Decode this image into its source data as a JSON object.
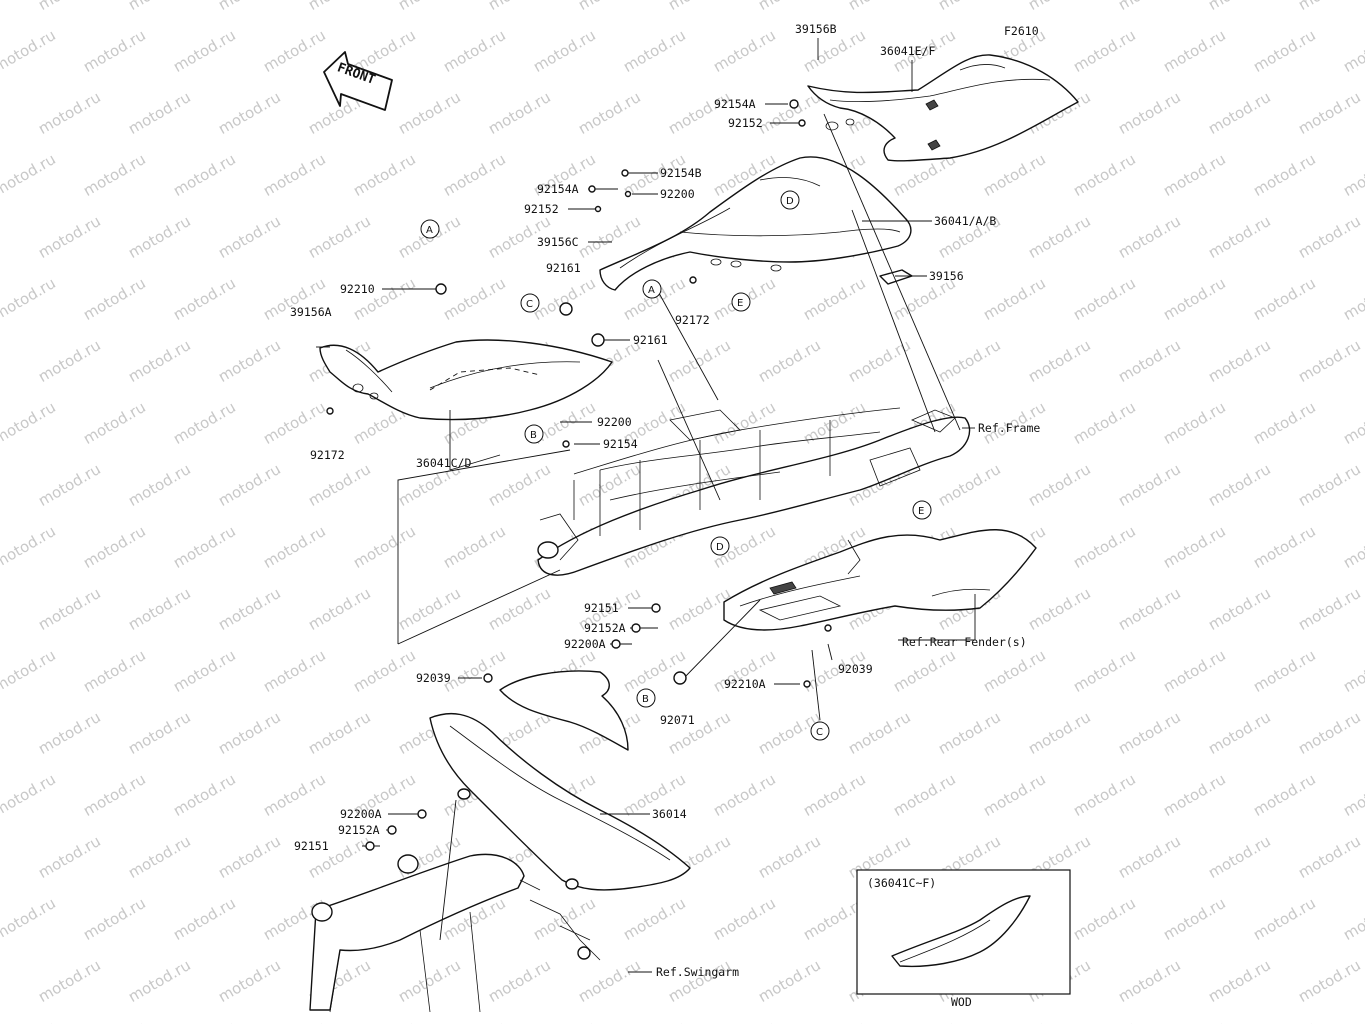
{
  "figure_code": "F2610",
  "front_arrow_text": "FRONT",
  "inset": {
    "title": "(36041C~F)",
    "caption": "WOD"
  },
  "part_labels": {
    "p39156B": "39156B",
    "p36041EF": "36041E/F",
    "p92154A_top": "92154A",
    "p92152_top": "92152",
    "p92154B": "92154B",
    "p92154A_mid": "92154A",
    "p92200_mid": "92200",
    "p92152_mid": "92152",
    "p36041AB": "36041/A/B",
    "p39156C": "39156C",
    "p92161_a": "92161",
    "p92210": "92210",
    "p39156": "39156",
    "p92172_r": "92172",
    "p39156A": "39156A",
    "p92161_b": "92161",
    "p92200_low": "92200",
    "p92154": "92154",
    "p92172_l": "92172",
    "p36041CD": "36041C/D",
    "ref_frame": "Ref.Frame",
    "ref_rear_fender": "Ref.Rear Fender(s)",
    "p92151_a": "92151",
    "p92152A_a": "92152A",
    "p92200A_a": "92200A",
    "p92039_r": "92039",
    "p92039_l": "92039",
    "p92210A": "92210A",
    "p92071": "92071",
    "p92200A_b": "92200A",
    "p36014": "36014",
    "p92152A_b": "92152A",
    "p92151_b": "92151",
    "ref_swingarm": "Ref.Swingarm"
  },
  "circle_markers": {
    "A": "A",
    "B": "B",
    "C": "C",
    "D": "D",
    "E": "E"
  },
  "watermark_text": "motod.ru"
}
